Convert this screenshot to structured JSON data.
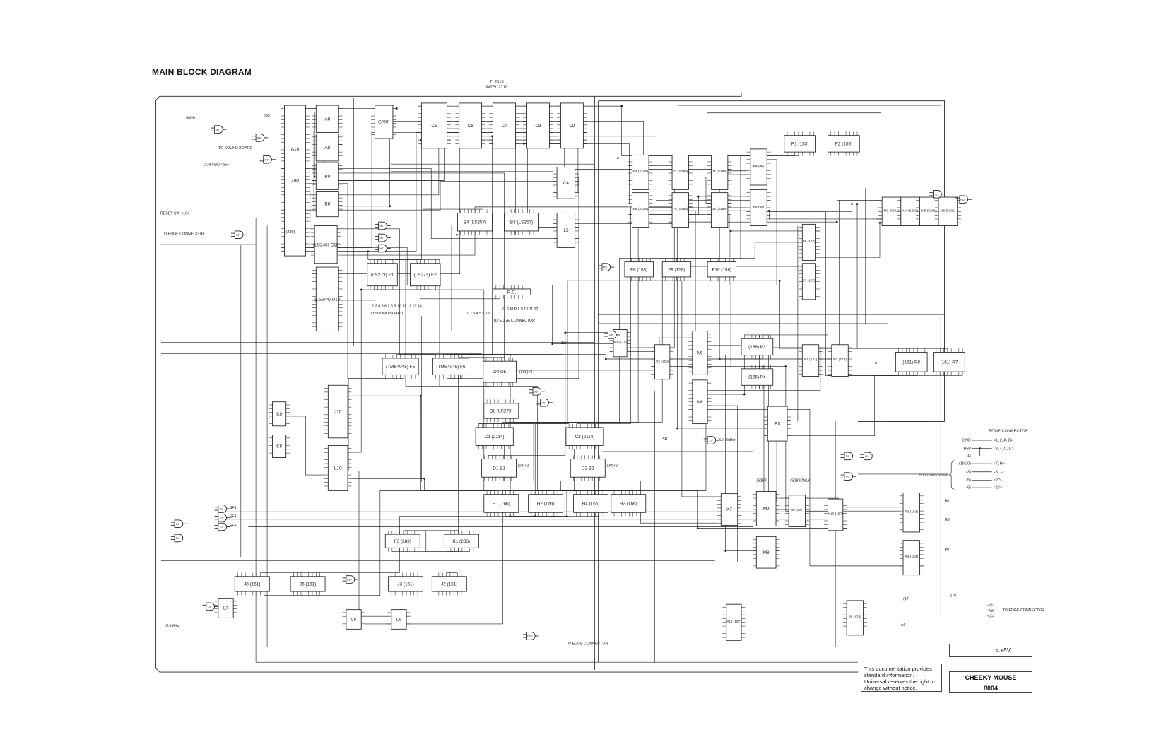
{
  "title": "MAIN BLOCK DIAGRAM",
  "rom_note": {
    "line1": "TI 2516",
    "line2": "INTEL 2716"
  },
  "chips": [
    "Z80",
    "A10",
    "A8",
    "A8",
    "B9",
    "B8",
    "G(90)",
    "C5",
    "C6",
    "C7",
    "C8",
    "C9",
    "C4",
    "L5",
    "(LS245) C10",
    "(LS244) D10",
    "(LS273) E1",
    "(LS273) E2",
    "B4 (LS257)",
    "B3 (LS257)",
    "R.C.",
    "D4  D5",
    "(TMS4045) F5",
    "(TMS4045) F6",
    "D8 (LS273)",
    "C1 (2114)",
    "C2 (2114)",
    "D1  B1",
    "D2  B2",
    "H1 (166)",
    "H2 (166)",
    "H4 (166)",
    "H3 (166)",
    "F3 (283)",
    "K1 (283)",
    "J8 (161)",
    "J6 (161)",
    "J3 (161)",
    "J2 (161)",
    "L7",
    "K9",
    "K8",
    "J10",
    "L10",
    "E4 (S189)",
    "E6 (S189)",
    "F3 (S189)",
    "F5 (S189)",
    "J4 (S189)",
    "J5 (S189)",
    "K4 (86)",
    "K5 (86)",
    "P1 (153)",
    "P2 (153)",
    "M3 (5201)",
    "M4 (5201)",
    "M5 (5201)",
    "M6 (5201)",
    "J6 (157)",
    "J7 (157)",
    "F8 (158)",
    "F9 (158)",
    "F10 (158)",
    "K3 (174)",
    "N2 (153)",
    "N5",
    "N6",
    "(166) P3",
    "(166) P4",
    "N4 (174)",
    "N3 (174)",
    "P5",
    "(161) R8",
    "(161) R7",
    "K7",
    "M9",
    "M8",
    "N9 (157)",
    "N10 (157)",
    "R3 (153)",
    "R4 (153)",
    "P10 (157)",
    "J6 (174)",
    "L8",
    "L6"
  ],
  "gates": [
    "B7",
    "A8",
    "B7",
    "B7",
    "H7",
    "H7",
    "H7",
    "X9",
    "E7",
    "E7",
    "G2",
    "F2",
    "F2",
    "L9",
    "L10",
    "P8",
    "N6",
    "R5",
    "R9",
    "R6",
    "F12",
    "F13",
    "L9",
    "E10",
    "X8"
  ],
  "labels": {
    "to_sound_board_1": "TO SOUND BOARD",
    "to_sound_board_2": "TO SOUND BOARD",
    "to_edge_connector_1": "TO EDGE CONNECTOR",
    "to_edge_connector_2": "TO EDGE CONNECTOR",
    "to_edge_connector_3": "TO EDGE CONNECTOR",
    "to_edge_connector_4": "TO EDGE CONNECTOR",
    "reset_sw": "RESET SW <16>",
    "coin_sw": "COIN SW <15>",
    "z80": "(Z80)",
    "clk": "5MHz",
    "xtal2": "10.6MHz",
    "r330": "330",
    "sr": "SR",
    "sm_buffer": "SM Buffer",
    "s288": "(S288)",
    "s188only": "(S188ONLY)",
    "d4d5_note": "(368)×2",
    "b1_note": "(08)×2",
    "b2_note": "(08)×2",
    "sf1": "SF1",
    "sf2": "SF2",
    "sf3": "SF3",
    "r0": "R0",
    "g0": "G0",
    "b0": "B0",
    "a6": "A6",
    "p17": "(17)",
    "r270": "270",
    "out_v": "<V>",
    "out_w": "<W>",
    "out_x": "<X>",
    "k257": "257",
    "sound_pins": "1 2 3 4 5 6 7 8 9 10 11 12 13 14",
    "dip_pins": "1 2 3 4 5 6 7 8",
    "edge_pins": "C S M P L 9 10 11 12"
  },
  "edge_connector": {
    "title": "EDGE CONNECTOR",
    "to_sound_board": "TO SOUND BOARD",
    "rows": [
      {
        "pin": "GND",
        "conn": "<1, 2, A, B>"
      },
      {
        "pin": "H5P",
        "conn": "<3, 4, C, D>"
      },
      {
        "pin": "(1)",
        "conn": ""
      },
      {
        "pin": "(19,20)",
        "conn": "<7, H>"
      },
      {
        "pin": "(3)",
        "conn": "<8, J>"
      },
      {
        "pin": "(5)",
        "conn": "<22>"
      },
      {
        "pin": "(6)",
        "conn": "<23>"
      }
    ]
  },
  "power_label": "< +5V",
  "footnote": {
    "line1": "This documentation provides",
    "line2": "standard information.",
    "line3": "Universal reserves the right to",
    "line4": "change without notice."
  },
  "title_block": {
    "name": "CHEEKY MOUSE",
    "number": "8004"
  }
}
